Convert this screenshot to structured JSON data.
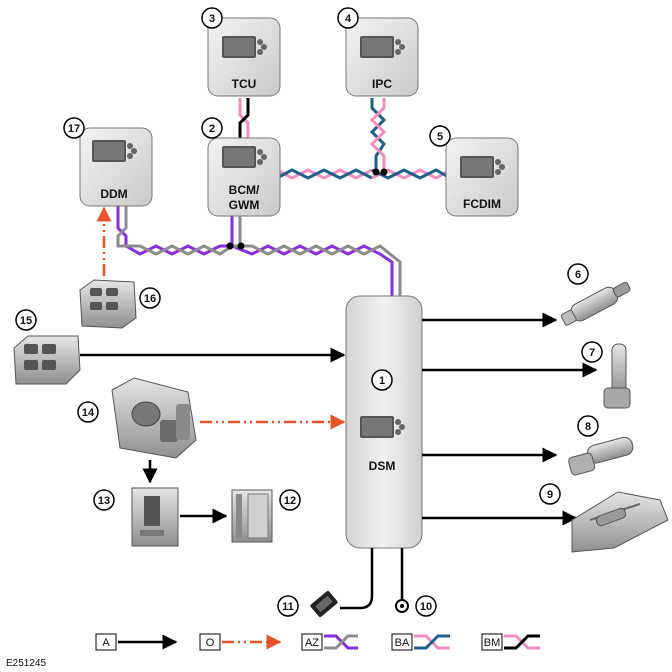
{
  "reference": "E251245",
  "modules": {
    "tcu": "TCU",
    "ipc": "IPC",
    "bcm_line1": "BCM/",
    "bcm_line2": "GWM",
    "fcdim": "FCDIM",
    "ddm": "DDM",
    "dsm": "DSM"
  },
  "callouts": [
    "1",
    "2",
    "3",
    "4",
    "5",
    "6",
    "7",
    "8",
    "9",
    "10",
    "11",
    "12",
    "13",
    "14",
    "15",
    "16",
    "17"
  ],
  "key": {
    "hardwired": "A",
    "lin": "O",
    "can_az": "AZ",
    "can_ba": "BA",
    "can_bm": "BM"
  },
  "colors": {
    "hardwired": "#000000",
    "lin": "#e8532a",
    "can_purple": "#8a2be2",
    "can_grey": "#8c8c8c",
    "can_pink": "#f08cc0",
    "can_blue": "#1f5f8b"
  },
  "icons": [
    "ecu-module-icon",
    "motor-icon",
    "fuse-icon",
    "ground-icon",
    "switch-pack-icon",
    "seat-track-icon"
  ]
}
